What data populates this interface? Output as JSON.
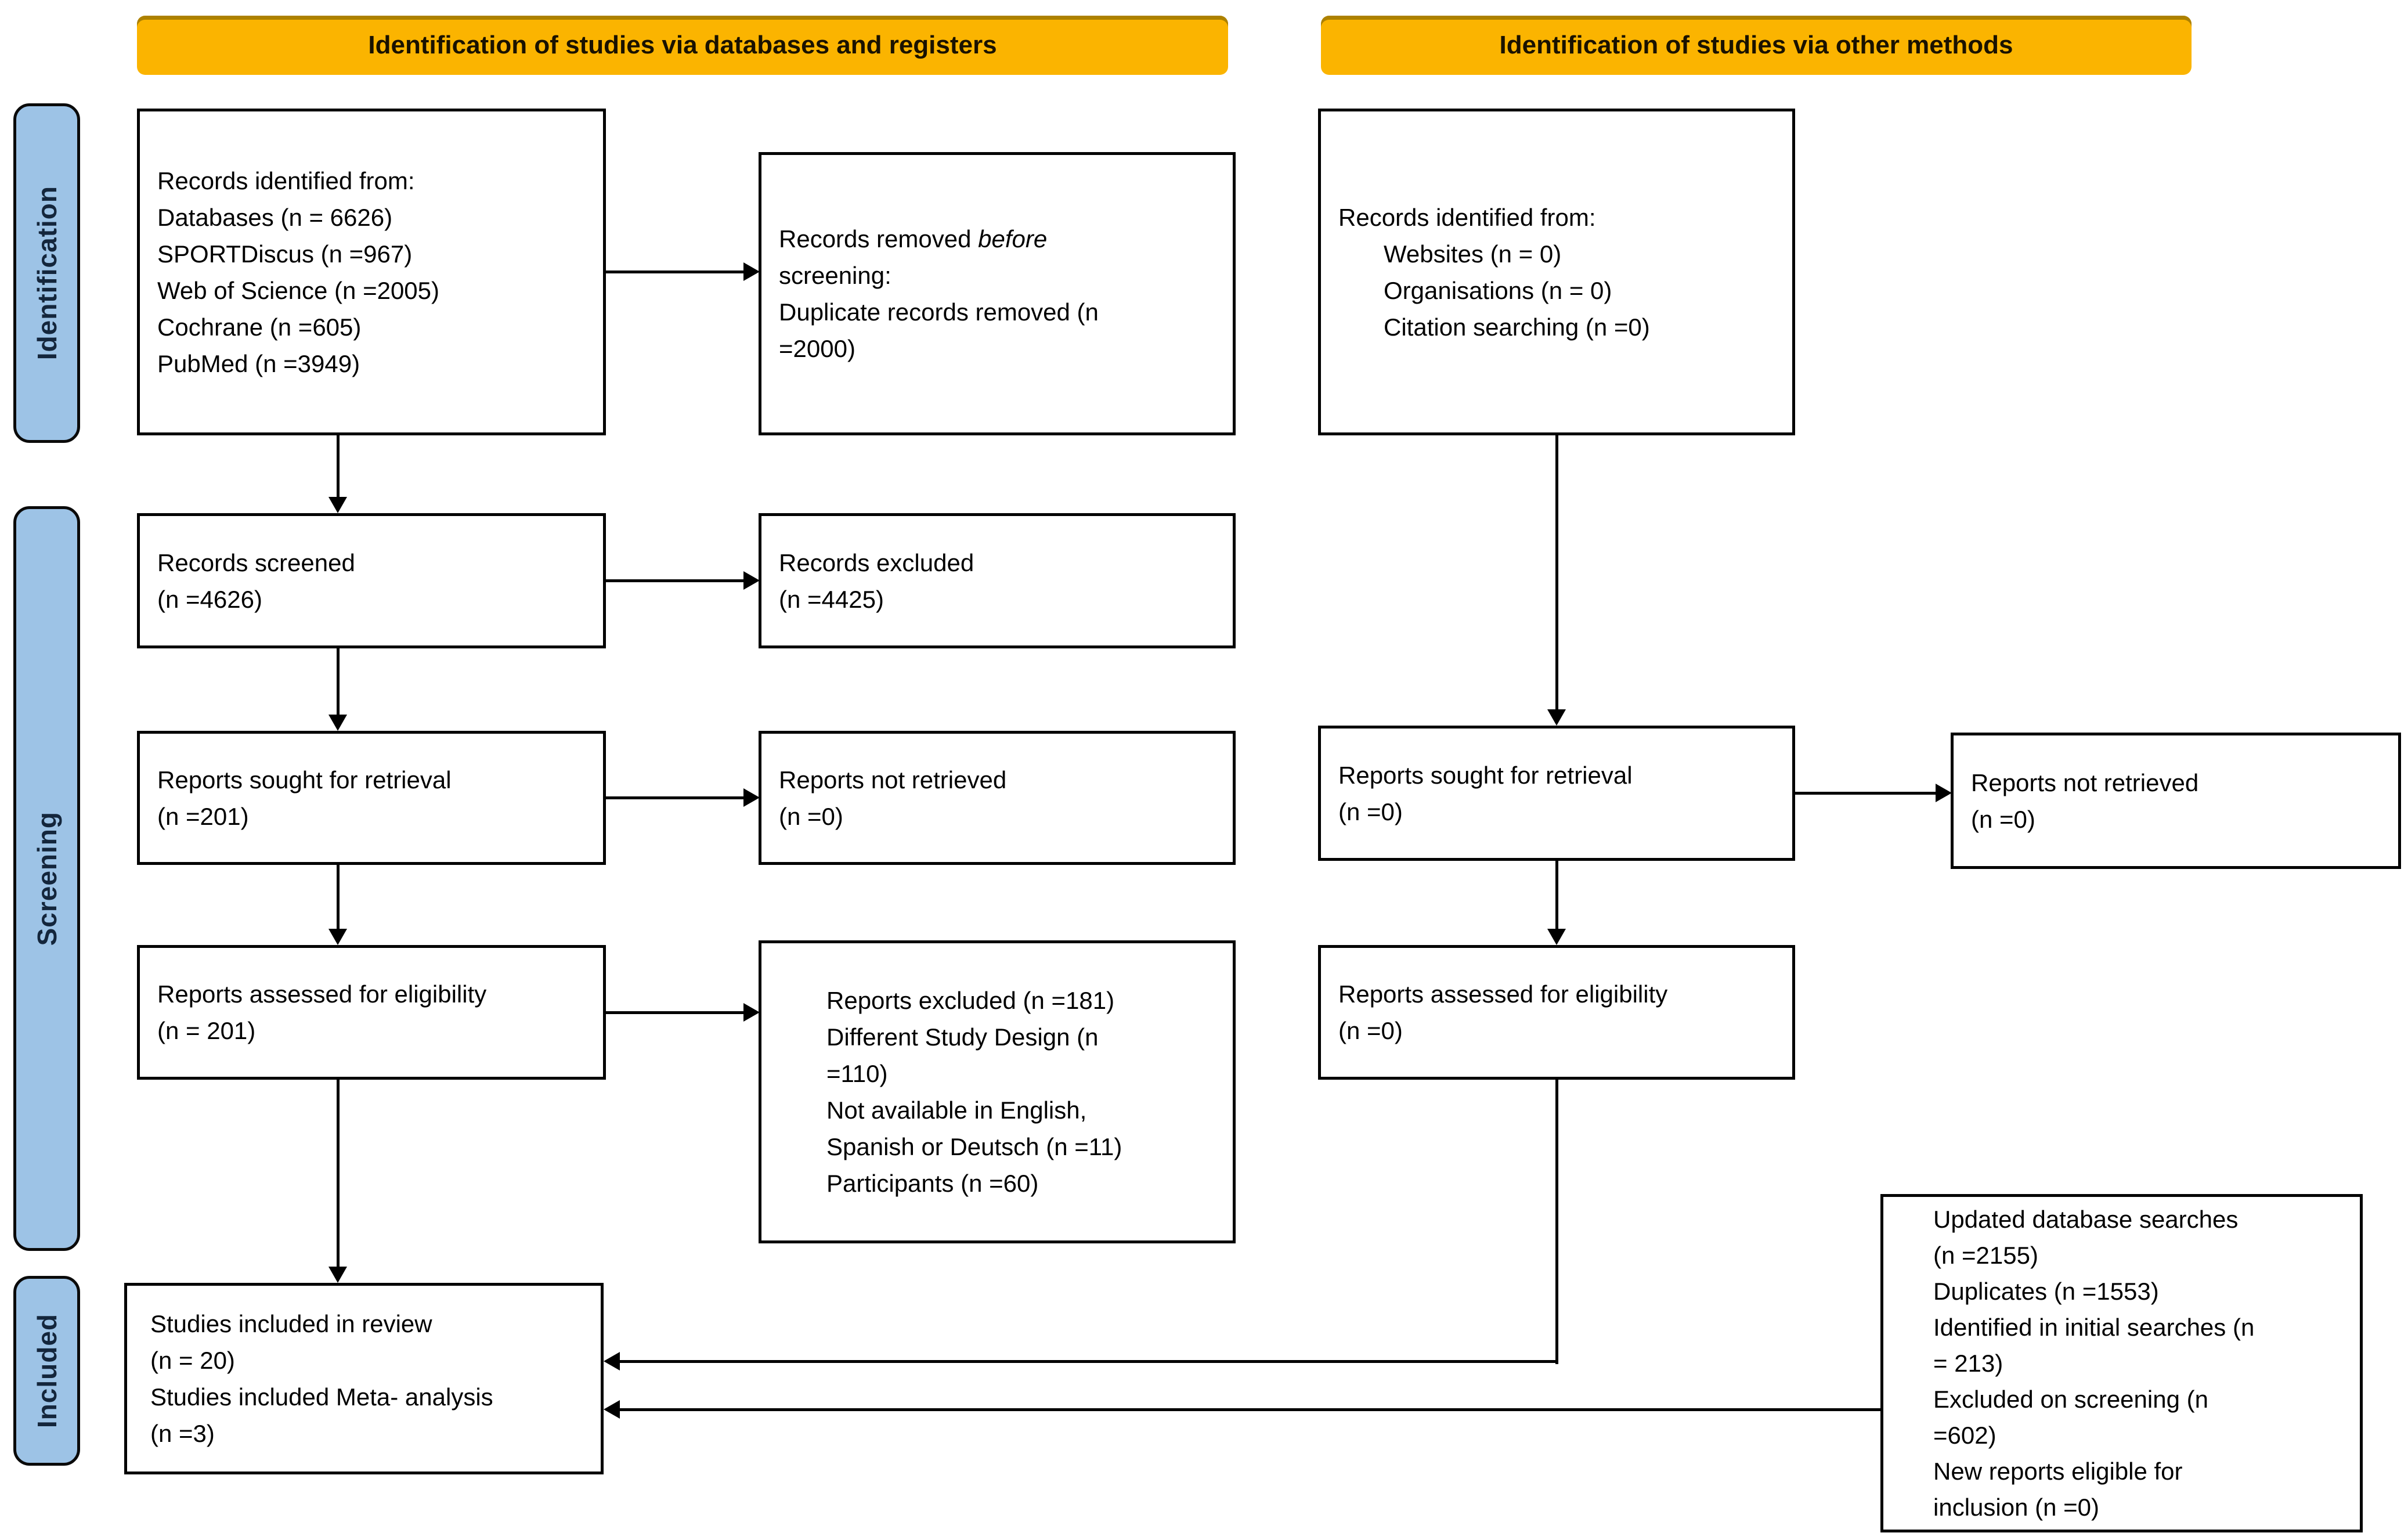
{
  "banners": {
    "databases": "Identification of studies via databases and registers",
    "other": "Identification of studies via other methods"
  },
  "stages": {
    "identification": "Identification",
    "screening": "Screening",
    "included": "Included"
  },
  "colors": {
    "banner": "#FBB400",
    "stage": "#9DC3E6"
  },
  "boxes": {
    "records_identified_db": {
      "lines": [
        "Records identified from:",
        "Databases (n = 6626)",
        "SPORTDiscus (n =967)",
        "Web of Science (n =2005)",
        "Cochrane (n =605)",
        "PubMed (n =3949)"
      ]
    },
    "records_removed": {
      "line1_regular": "Records removed ",
      "line1_italic": "before",
      "lines": [
        "screening:",
        "Duplicate records removed (n",
        "=2000)"
      ]
    },
    "records_identified_other": {
      "intro": "Records identified from:",
      "items": [
        "Websites (n = 0)",
        "Organisations (n = 0)",
        "Citation searching (n =0)"
      ]
    },
    "records_screened": {
      "lines": [
        "Records screened",
        "(n =4626)"
      ]
    },
    "records_excluded": {
      "lines": [
        "Records excluded",
        "(n =4425)"
      ]
    },
    "reports_sought_db": {
      "lines": [
        "Reports sought for retrieval",
        "(n =201)"
      ]
    },
    "reports_not_retrieved_db": {
      "lines": [
        "Reports not retrieved",
        "(n =0)"
      ]
    },
    "reports_sought_other": {
      "lines": [
        "Reports sought for retrieval",
        "(n =0)"
      ]
    },
    "reports_not_retrieved_other": {
      "lines": [
        "Reports not retrieved",
        "(n =0)"
      ]
    },
    "reports_assessed_db": {
      "lines": [
        "Reports assessed for eligibility",
        "(n = 201)"
      ]
    },
    "reports_excluded": {
      "lines": [
        "Reports excluded (n =181)",
        "Different Study Design (n",
        "=110)",
        "Not available in English,",
        "Spanish or Deutsch (n =11)",
        "Participants (n =60)"
      ]
    },
    "reports_assessed_other": {
      "lines": [
        "Reports assessed for eligibility",
        "(n =0)"
      ]
    },
    "updated_searches": {
      "lines": [
        "Updated database searches",
        "(n =2155)",
        "Duplicates (n =1553)",
        "Identified in initial searches (n",
        "= 213)",
        "Excluded on screening (n",
        "=602)",
        "New reports eligible for",
        "inclusion (n =0)"
      ]
    },
    "studies_included": {
      "lines": [
        "Studies included in review",
        "(n = 20)",
        "Studies included Meta- analysis",
        "(n =3)"
      ]
    }
  }
}
